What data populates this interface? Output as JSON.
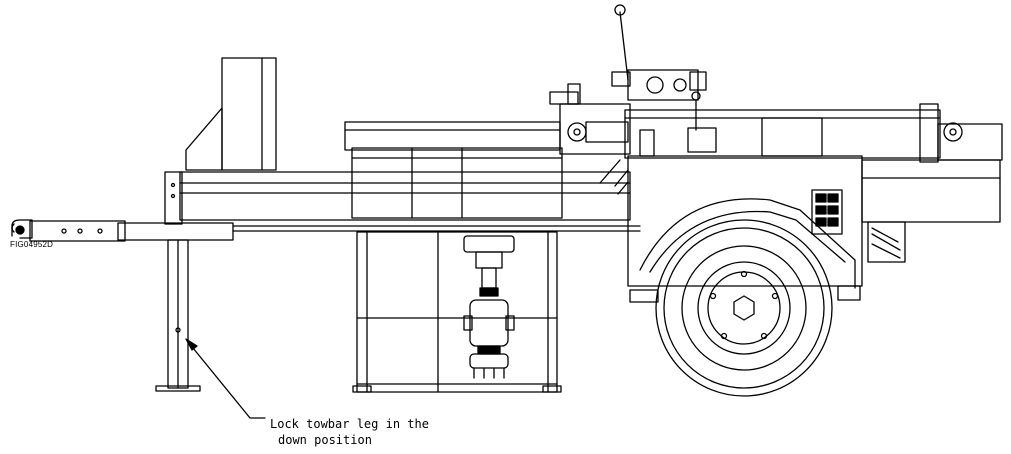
{
  "figure": {
    "id": "FIG04952D",
    "callout": {
      "line1": "Lock towbar leg in the",
      "line2": "down position"
    }
  }
}
